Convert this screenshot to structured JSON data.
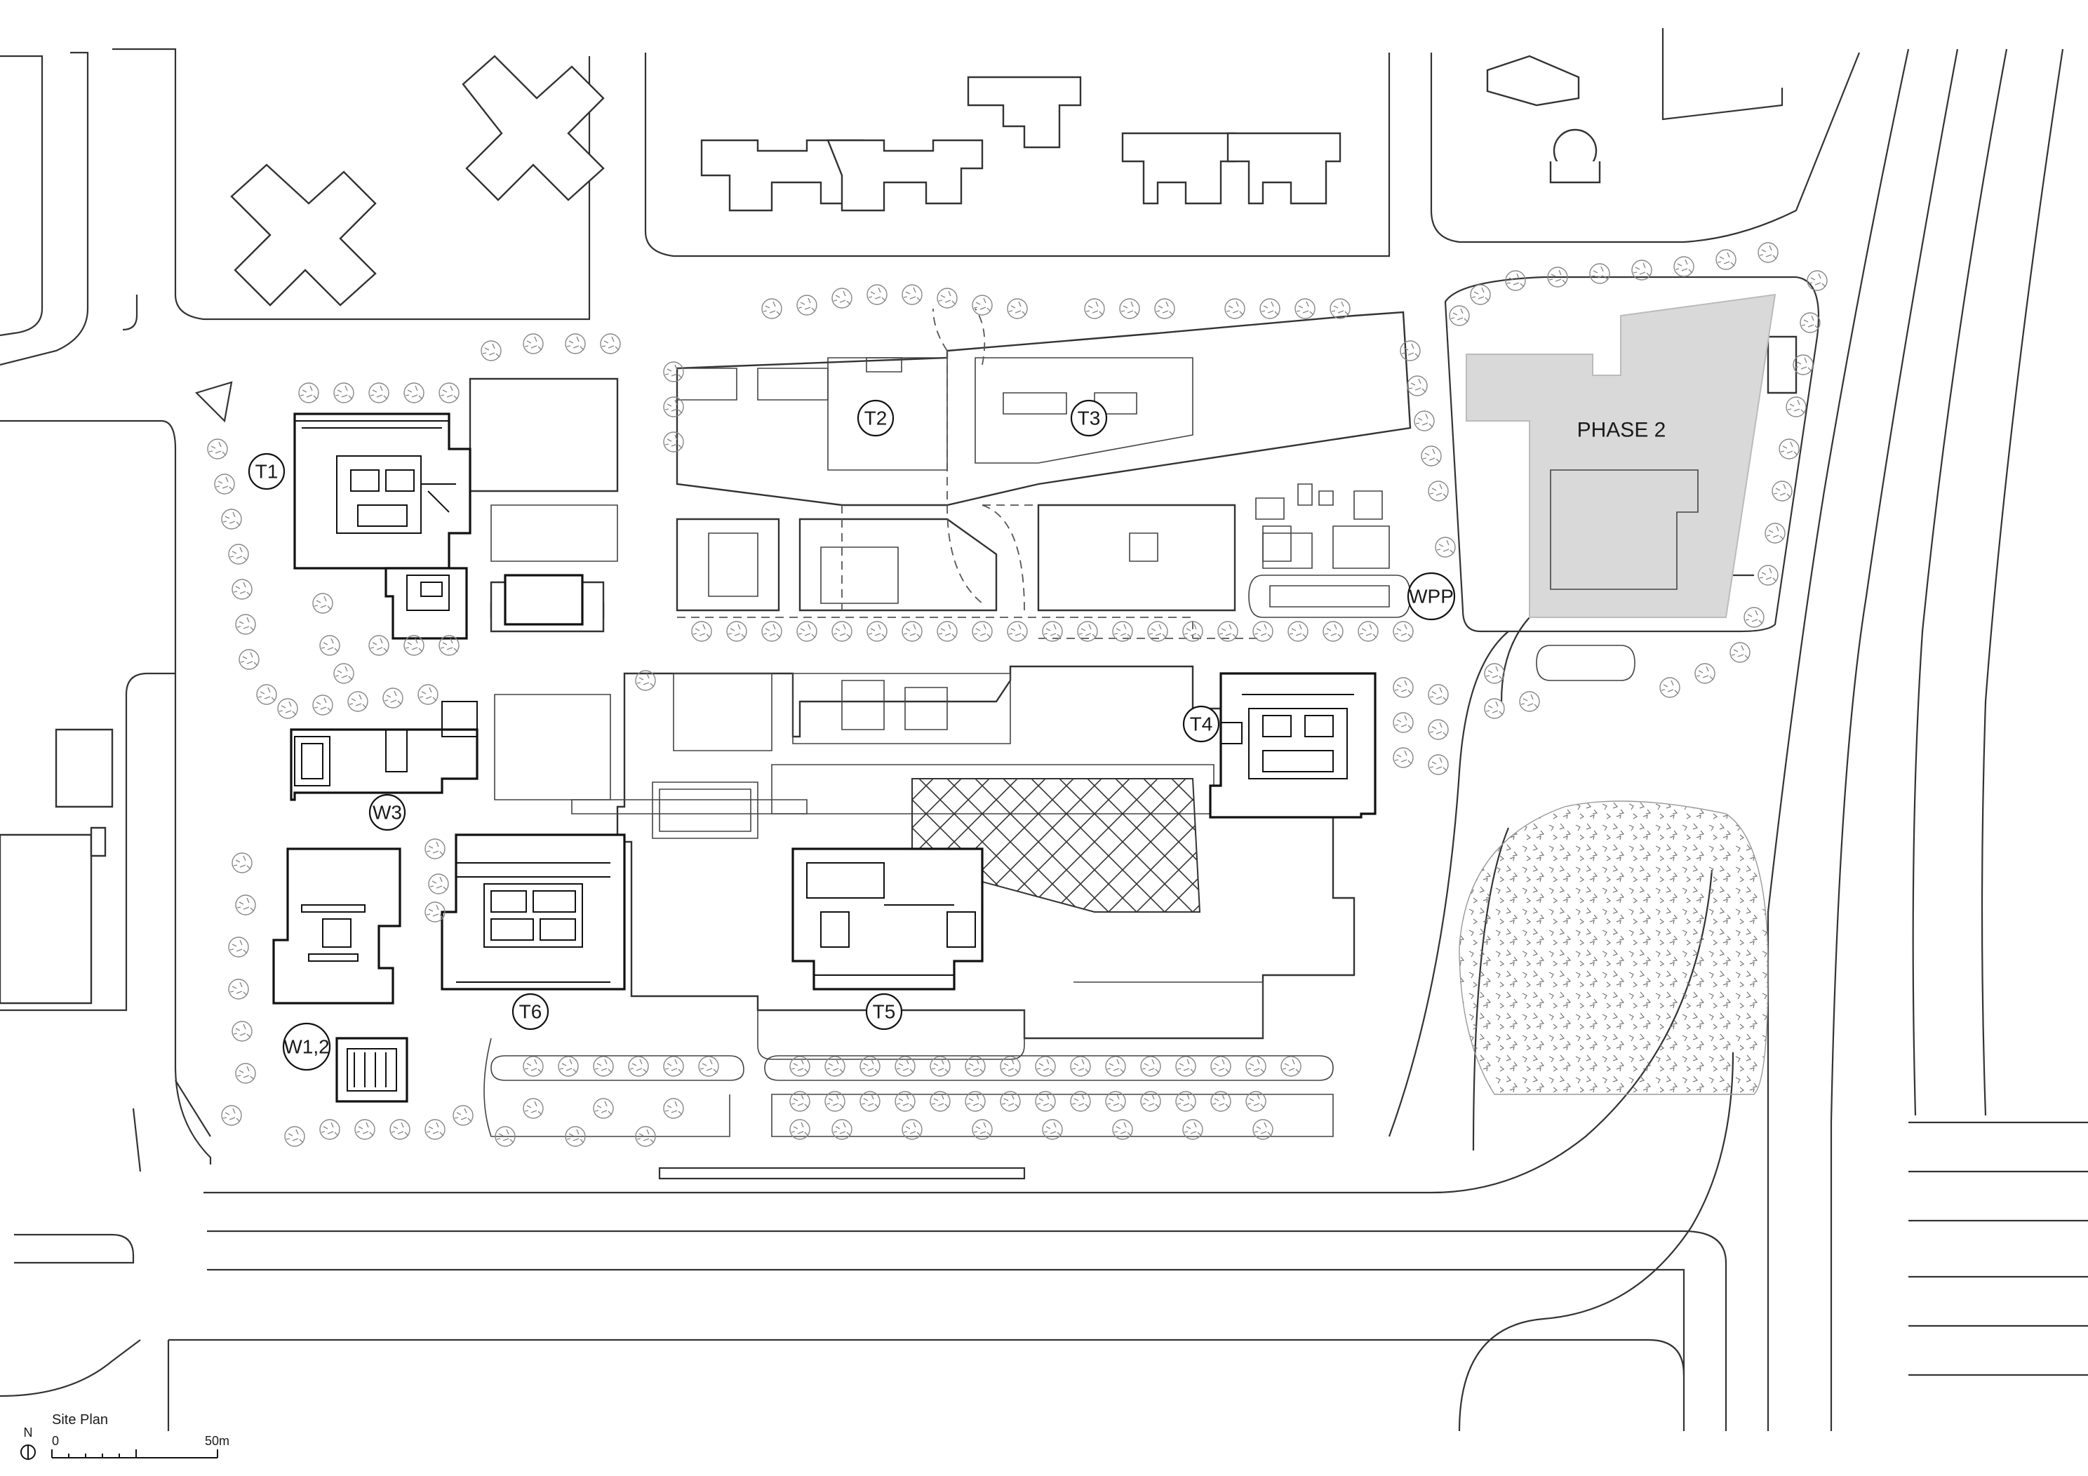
{
  "map": {
    "labels": {
      "t1": "T1",
      "t2": "T2",
      "t3": "T3",
      "t4": "T4",
      "t5": "T5",
      "t6": "T6",
      "w3": "W3",
      "w12": "W1,2",
      "wpp": "WPP",
      "phase2": "PHASE 2"
    },
    "legend": {
      "title": "Site Plan",
      "north": "N",
      "scale_start": "0",
      "scale_end": "50m"
    },
    "colors": {
      "phase2_fill": "#d9d9d9",
      "line": "#333333"
    }
  }
}
